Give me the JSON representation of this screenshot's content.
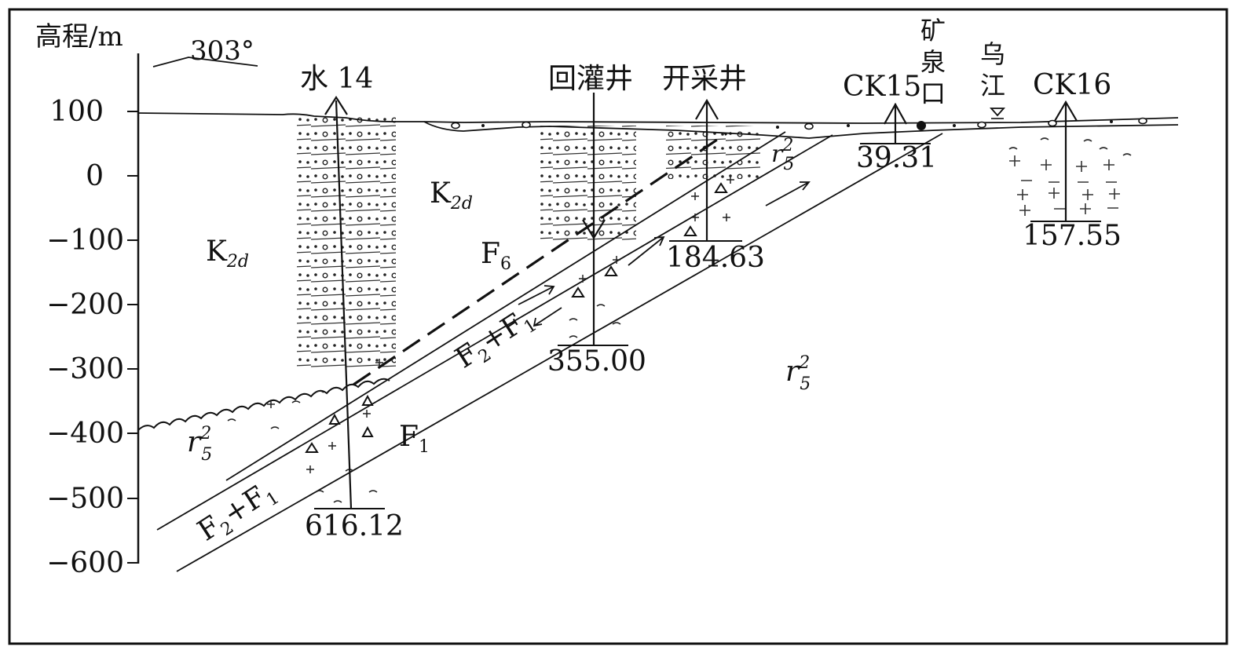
{
  "axis": {
    "title": "高程/m",
    "ticks": [
      "100",
      "0",
      "−100",
      "−200",
      "−300",
      "−400",
      "−500",
      "−600"
    ]
  },
  "orientation": "303°",
  "wells": {
    "shui14": "水 14",
    "huiguan": "回灌井",
    "kaicai": "开采井",
    "ck15": "CK15",
    "ck16": "CK16"
  },
  "places": {
    "spring_chars": [
      "矿",
      "泉",
      "口"
    ],
    "river_chars": [
      "乌",
      "江"
    ]
  },
  "depths": {
    "shui14": "616.12",
    "huiguan": "355.00",
    "kaicai": "184.63",
    "ck15": "39.31",
    "ck16": "157.55"
  },
  "formations": {
    "k": "K",
    "k_sub": "2d",
    "r": "r",
    "r_sup": "2",
    "r_sub": "5"
  },
  "faults": {
    "f_main": "F",
    "f6_sub": "6",
    "f1_sub": "1",
    "f2": "F",
    "f2_sub": "2",
    "plus": "+F",
    "f1b_sub": "1"
  }
}
